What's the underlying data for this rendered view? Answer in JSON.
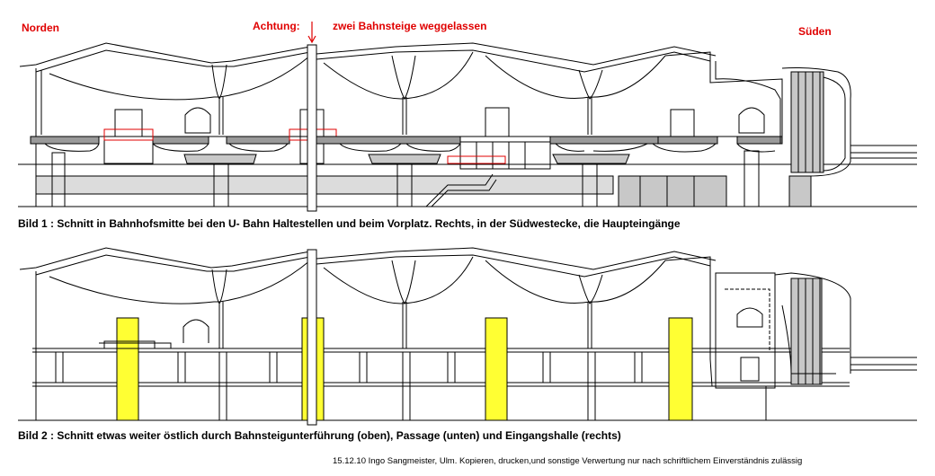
{
  "labels": {
    "north": "Norden",
    "attention": "Achtung:",
    "omitted": "zwei Bahnsteige weggelassen",
    "south": "Süden"
  },
  "captions": {
    "figure1": "Bild 1 : Schnitt in Bahnhofsmitte  bei den U- Bahn Haltestellen und beim Vorplatz. Rechts, in der Südwestecke, die Haupteingänge",
    "figure2": "Bild 2 : Schnitt etwas weiter östlich durch Bahnsteigunterführung (oben), Passage (unten) und Eingangshalle (rechts)"
  },
  "footer": "15.12.10  Ingo Sangmeister, Ulm. Kopieren, drucken,und sonstige Verwertung  nur nach schriftlichem Einverständnis zulässig",
  "colors": {
    "label_red": "#e00000",
    "highlight_yellow": "#ffff33",
    "passage_gray": "#c8c8c8"
  },
  "icons": {
    "arrow": "down-arrow-icon"
  }
}
